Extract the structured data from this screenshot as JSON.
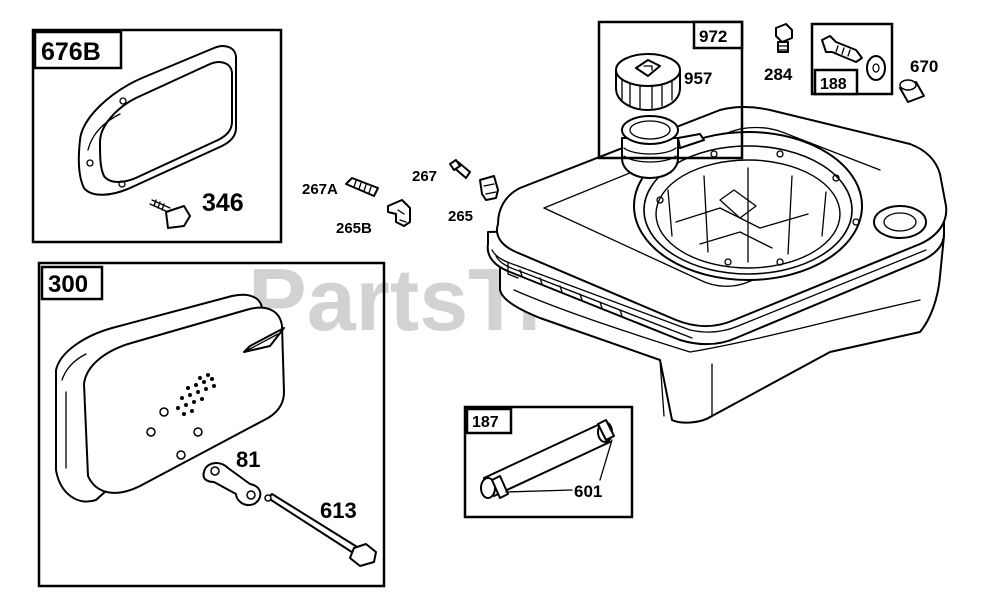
{
  "watermark": "PartsTree",
  "boxes": {
    "air_cleaner_cover_kit": "676B",
    "muffler_kit": "300",
    "fuel_cap_kit": "972",
    "fuel_valve_kit": "188",
    "fuel_line_kit": "187"
  },
  "parts": {
    "screw_346": "346",
    "screw_81": "81",
    "bolt_613": "613",
    "screw_267a": "267A",
    "clip_265b": "265B",
    "screw_267": "267",
    "clip_265": "265",
    "fuel_cap_957": "957",
    "fitting_284": "284",
    "bushing_670": "670",
    "clamps_601": "601"
  }
}
